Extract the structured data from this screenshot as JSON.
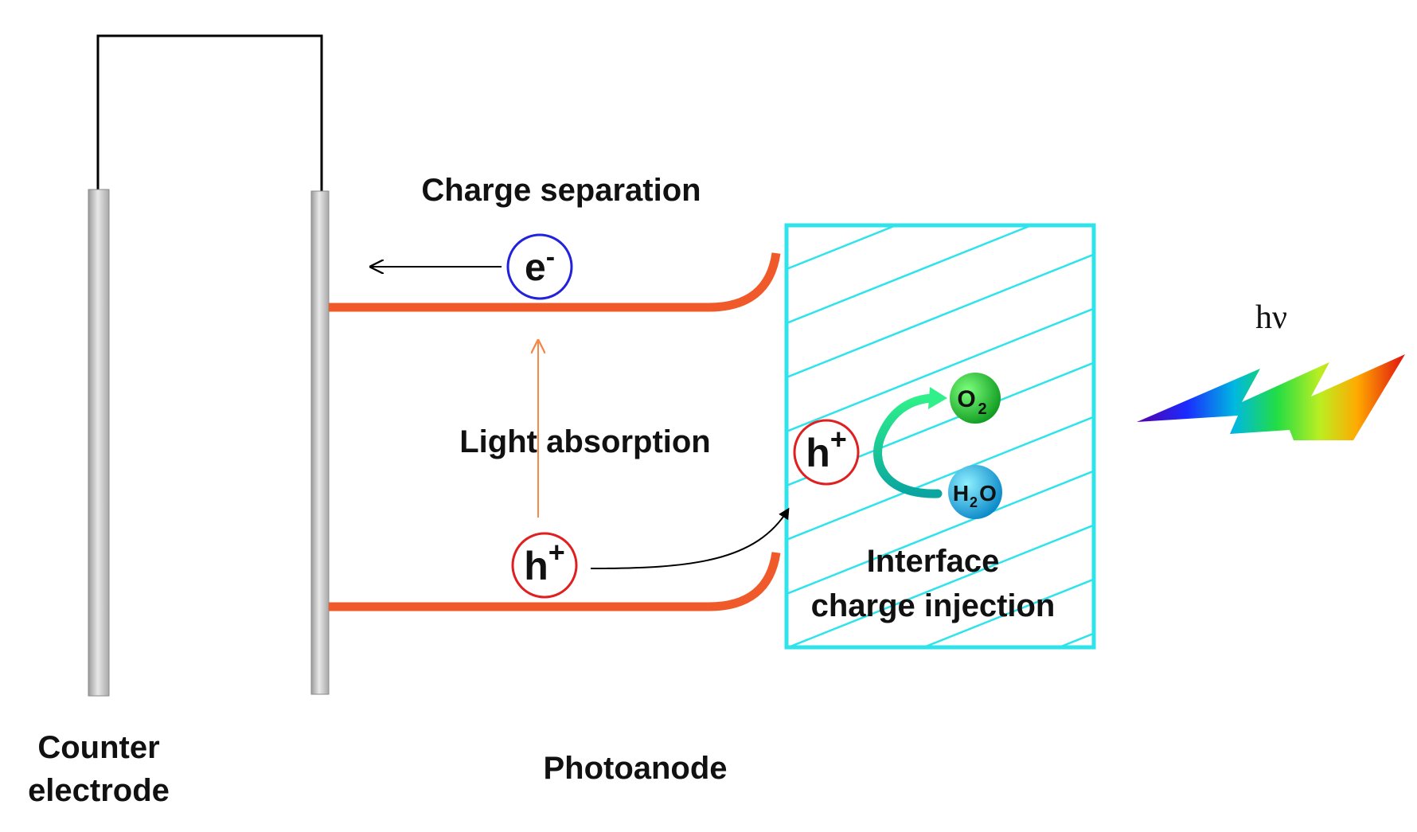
{
  "labels": {
    "charge_separation": "Charge separation",
    "light_absorption": "Light absorption",
    "interface_line1": "Interface",
    "interface_line2": "charge injection",
    "counter_line1": "Counter",
    "counter_line2": "electrode",
    "photoanode": "Photoanode",
    "light": "hν"
  },
  "particles": {
    "electron": {
      "symbol": "e",
      "charge": "-",
      "color": "#2222dd"
    },
    "hole_bulk": {
      "symbol": "h",
      "charge": "+",
      "color": "#e02020"
    },
    "hole_surface": {
      "symbol": "h",
      "charge": "+",
      "color": "#e02020"
    },
    "oxygen": {
      "main": "O",
      "sub": "2",
      "color": "#22c33a"
    },
    "water": {
      "main": "H",
      "sub": "2",
      "tail": "O",
      "color": "#18b7e8"
    }
  },
  "colors": {
    "band": "#f05a2a",
    "electrolyte_border": "#2fe3ea",
    "electrode": "#cfcfcf",
    "wire": "#000000",
    "absorption_arrow": "#f5884a"
  }
}
